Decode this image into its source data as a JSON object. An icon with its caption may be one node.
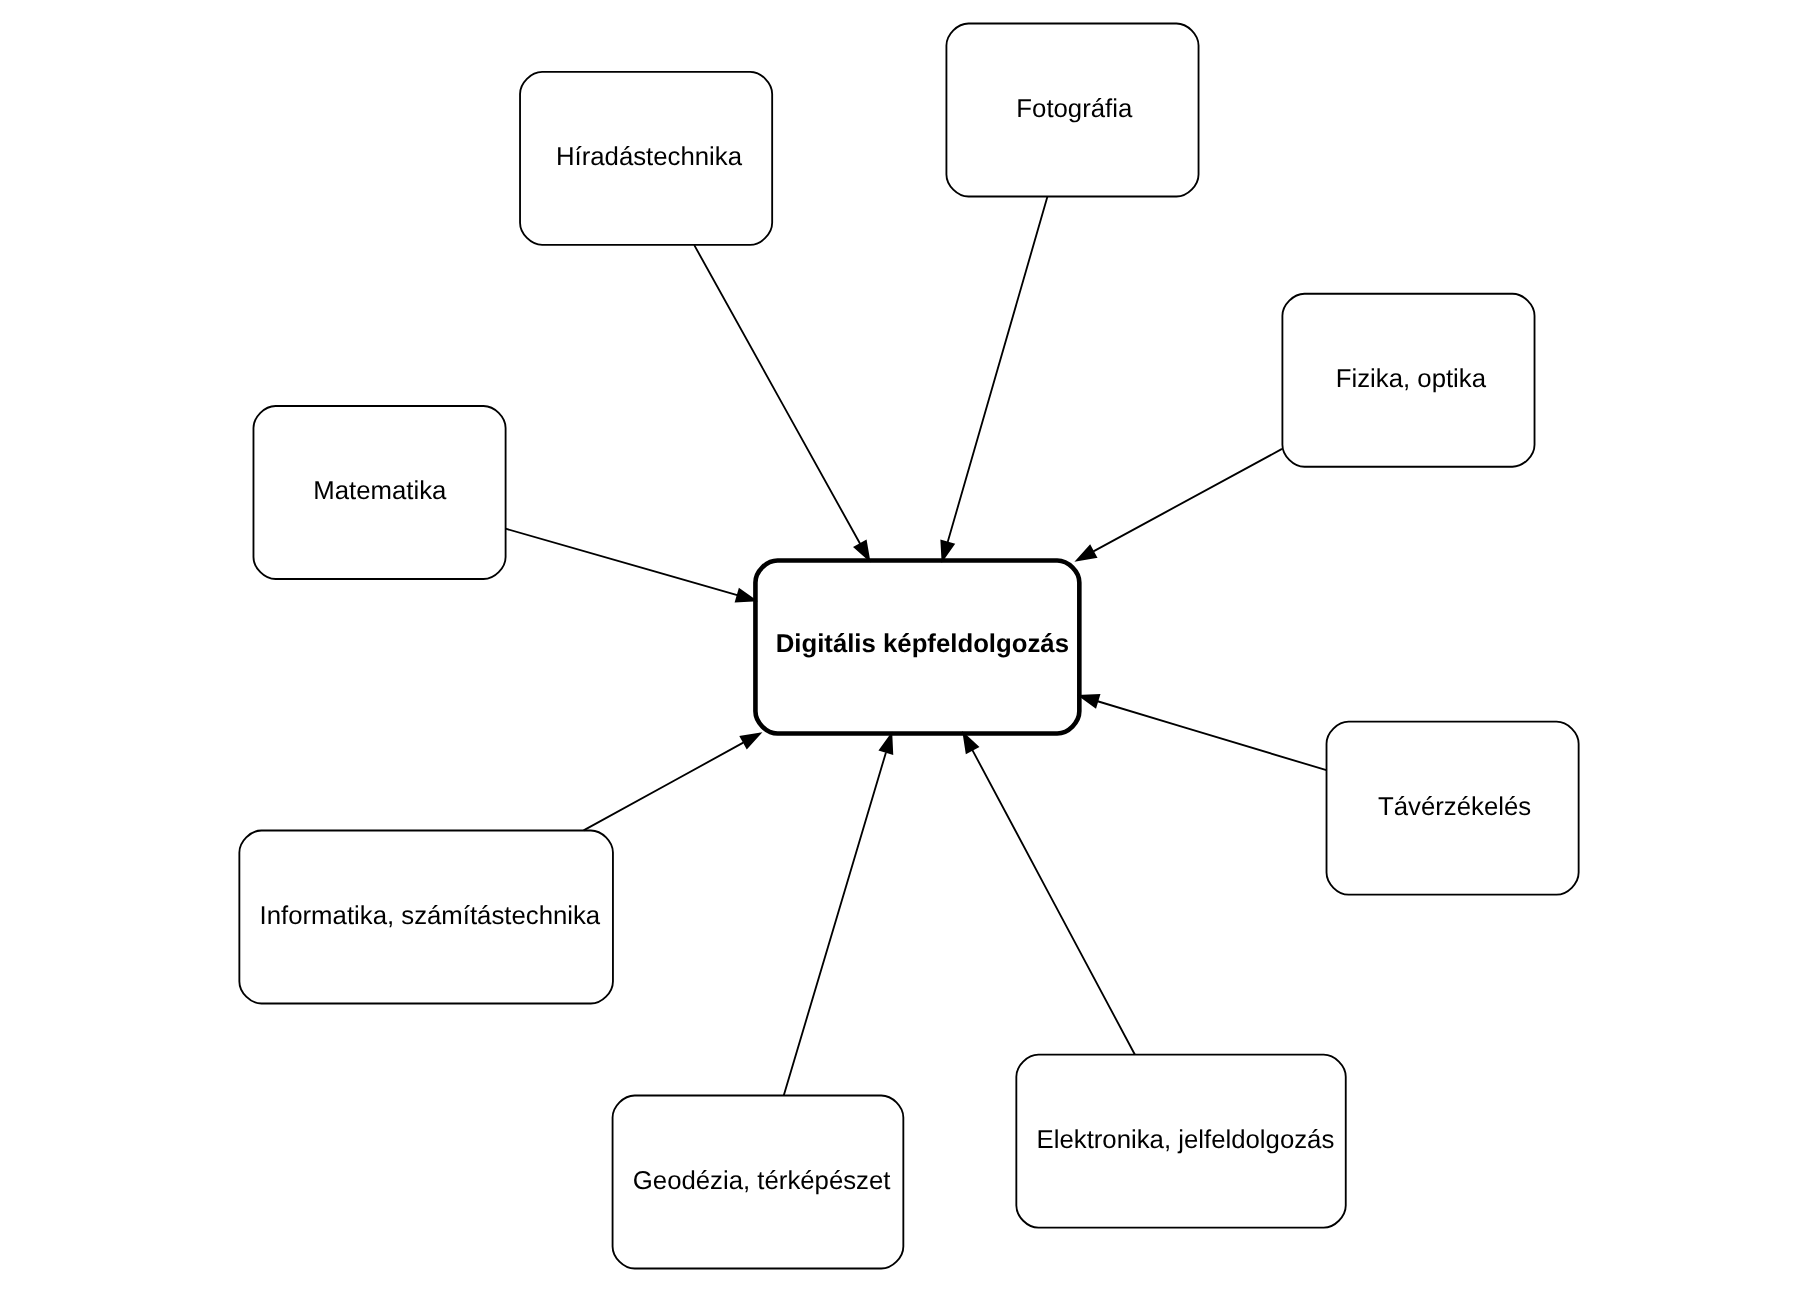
{
  "diagram": {
    "nodes": [
      {
        "text": [
          "Matematika"
        ]
      },
      {
        "text": [
          "Fizika, optika"
        ]
      },
      {
        "text": [
          "Elektronika, jelfeldolgozás"
        ]
      },
      {
        "text": [
          "Fotográfia"
        ]
      },
      {
        "text": [
          "Digitális képfeldolgozás"
        ]
      },
      {
        "text": [
          "Híradástechnika"
        ]
      },
      {
        "text": [
          "Informatika, számítástechnika"
        ]
      },
      {
        "text": [
          "Távérzékelés"
        ]
      },
      {
        "text": [
          "Geodézia, térképészet"
        ]
      }
    ],
    "edges": [
      {
        "from": 0,
        "to": 4,
        "arrow": "to"
      },
      {
        "from": 1,
        "to": 4,
        "arrow": "to"
      },
      {
        "from": 2,
        "to": 4,
        "arrow": "to"
      },
      {
        "from": 3,
        "to": 4,
        "arrow": "to"
      },
      {
        "from": 5,
        "to": 4,
        "arrow": "to"
      },
      {
        "from": 6,
        "to": 4,
        "arrow": "to"
      },
      {
        "from": 7,
        "to": 4,
        "arrow": "to"
      },
      {
        "from": 8,
        "to": 4,
        "arrow": "to"
      }
    ]
  }
}
